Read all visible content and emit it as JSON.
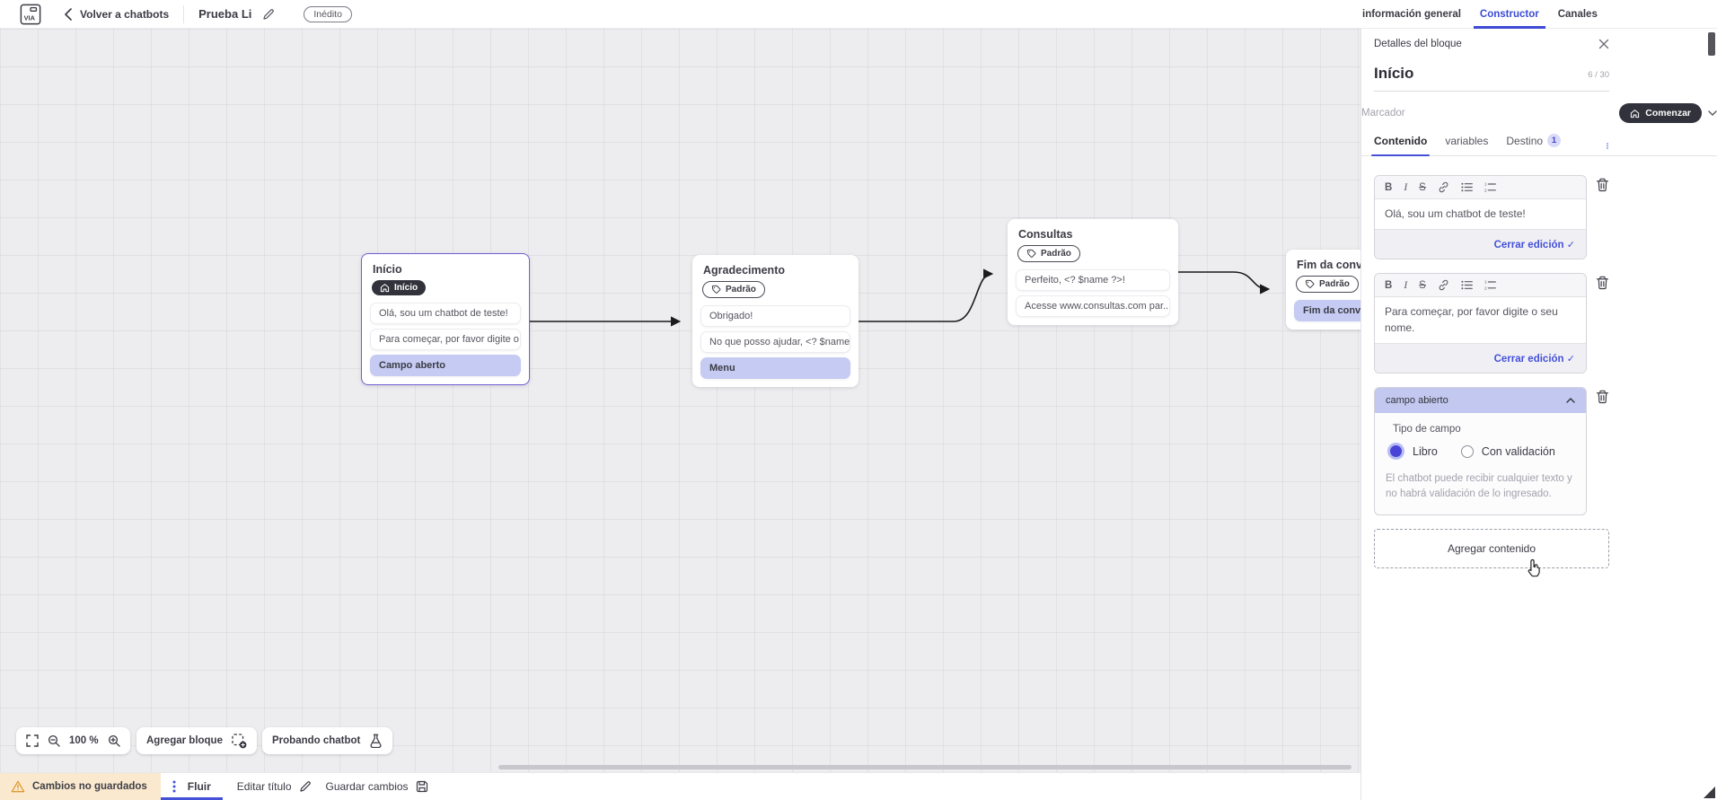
{
  "topbar": {
    "back_label": "Volver a chatbots",
    "title": "Prueba Li",
    "status_badge": "Inédito",
    "tabs": [
      {
        "label": "información general",
        "active": false
      },
      {
        "label": "Constructor",
        "active": true
      },
      {
        "label": "Canales",
        "active": false
      }
    ]
  },
  "canvas": {
    "blocks": [
      {
        "title": "Início",
        "badge": "Início",
        "badge_icon": "home-icon",
        "selected": true,
        "items": [
          {
            "text": "Olá, sou um chatbot de teste!",
            "highlight": false
          },
          {
            "text": "Para começar, por favor digite o ...",
            "highlight": false
          },
          {
            "text": "Campo aberto",
            "highlight": true
          }
        ]
      },
      {
        "title": "Agradecimento",
        "badge": "Padrão",
        "badge_icon": "tag-icon",
        "selected": false,
        "items": [
          {
            "text": "Obrigado!",
            "highlight": false
          },
          {
            "text": "No que posso ajudar, <? $name ...",
            "highlight": false
          },
          {
            "text": "Menu",
            "highlight": true
          }
        ]
      },
      {
        "title": "Consultas",
        "badge": "Padrão",
        "badge_icon": "tag-icon",
        "selected": false,
        "items": [
          {
            "text": "Perfeito, <? $name ?>!",
            "highlight": false
          },
          {
            "text": "Acesse www.consultas.com par...",
            "highlight": false
          }
        ]
      },
      {
        "title": "Fim da conversa",
        "badge": "Padrão",
        "badge_icon": "tag-icon",
        "selected": false,
        "items": [
          {
            "text": "Fim da conversa",
            "highlight": true
          }
        ]
      }
    ],
    "toolbar": {
      "zoom_level": "100 %",
      "add_block": "Agregar bloque",
      "test_chatbot": "Probando chatbot"
    }
  },
  "sidebar": {
    "panel_title": "Detalles del bloque",
    "block_name": "Início",
    "char_count": "6 / 30",
    "marker_label": "Marcador",
    "marker_value": "Comenzar",
    "tabs": [
      {
        "label": "Contenido",
        "active": true
      },
      {
        "label": "variables",
        "active": false
      },
      {
        "label": "Destino",
        "badge": "1",
        "active": false
      }
    ],
    "editor_toolbar": {
      "bold": "B",
      "italic": "I",
      "strike": "S"
    },
    "editor_icons": [
      "bold",
      "italic",
      "strikethrough",
      "link-icon",
      "bullet-list-icon",
      "numbered-list-icon"
    ],
    "editors": [
      {
        "text": "Olá, sou um chatbot de teste!",
        "close_label": "Cerrar edición",
        "check": "✓"
      },
      {
        "text": "Para começar, por favor digite o seu nome.",
        "close_label": "Cerrar edición",
        "check": "✓"
      }
    ],
    "field_section": {
      "header": "campo abierto",
      "type_label": "Tipo de campo",
      "options": [
        {
          "label": "Libro",
          "selected": true
        },
        {
          "label": "Con validación",
          "selected": false
        }
      ],
      "description": "El chatbot puede recibir cualquier texto y no habrá validación de lo ingresado."
    },
    "add_content_label": "Agregar contenido"
  },
  "bottombar": {
    "unsaved_label": "Cambios no guardados",
    "flow_tab": "Fluir",
    "edit_title": "Editar título",
    "save": "Guardar cambios"
  },
  "colors": {
    "accent": "#4450d8",
    "highlight_item": "#c5cbf2",
    "dark_badge": "#32323c",
    "selected_block_border": "#6e5fd6",
    "warning_bg": "#fbe9cf",
    "warning_icon": "#dc9a2e",
    "canvas_bg": "#ededef"
  }
}
